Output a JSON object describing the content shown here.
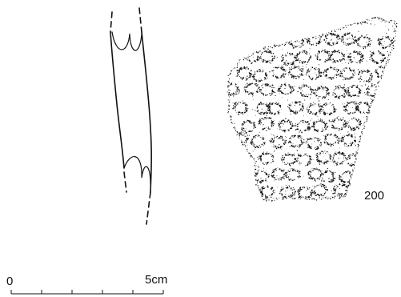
{
  "catalog_number": "200",
  "scale": {
    "start_label": "0",
    "end_label": "5cm"
  }
}
